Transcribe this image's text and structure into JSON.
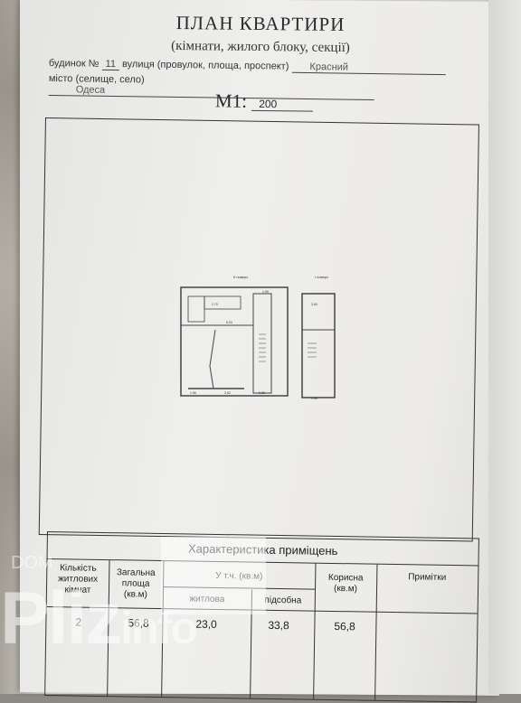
{
  "header": {
    "title": "ПЛАН КВАРТИРИ",
    "subtitle": "(кімнати, жилого блоку, секції)"
  },
  "address": {
    "house_label": "будинок №",
    "house_number": "11",
    "street_label": "вулиця (провулок, площа, проспект)",
    "street_value": "Красний",
    "city_label": "місто (селище, село)",
    "city_value": "Одеса"
  },
  "scale": {
    "label": "М1:",
    "value": "200"
  },
  "plan": {
    "floor2_label": "II поверх",
    "floor1_label": "I поверх",
    "dims": [
      "1.96",
      "2.62",
      "1.96",
      "2.70",
      "5.03",
      "1.90",
      "1.96",
      "2.60"
    ]
  },
  "table": {
    "title": "Характеристика приміщень",
    "headers": {
      "rooms": "Кількість житлових кімнат",
      "total": "Загальна площа (кв.м)",
      "including": "У т.ч. (кв.м)",
      "living": "житлова",
      "auxiliary": "підсобна",
      "useful": "Корисна (кв.м)",
      "notes": "Примітки"
    },
    "row": {
      "rooms": "2",
      "total": "56,8",
      "living": "23,0",
      "auxiliary": "33,8",
      "useful": "56,8",
      "notes": ""
    }
  },
  "watermark": {
    "brand": "Pliz",
    "suffix": "info",
    "dom": "DOM"
  }
}
